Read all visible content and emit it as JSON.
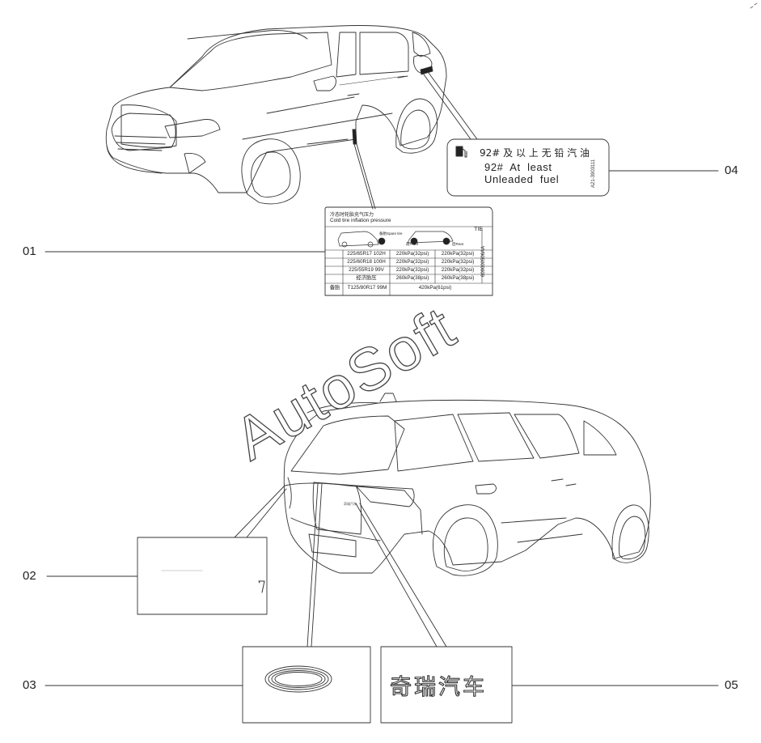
{
  "callouts": [
    "01",
    "02",
    "03",
    "04",
    "05"
  ],
  "fuel_label": {
    "cn": "92# 及 以 上 无 铅 汽 油",
    "en_line1": "92#  At  least",
    "en_line2": "Unleaded  fuel",
    "code": "A21-3903111",
    "icon": "fuel-pump-icon"
  },
  "tire_label": {
    "title_cn": "冷态时轮胎充气压力",
    "title_en": "Cold tire inflation pressure",
    "spare_caption": "备胎Spare tire",
    "front_caption": "前Front",
    "rear_caption": "后Rear",
    "brand": "TIE",
    "rows": [
      {
        "size": "225/65R17 102H",
        "front": "220kPa(32psi)",
        "rear": "220kPa(32psi)"
      },
      {
        "size": "225/60R18 100H",
        "front": "220kPa(32psi)",
        "rear": "220kPa(32psi)"
      },
      {
        "size": "225/55R19 99V",
        "front": "220kPa(32psi)",
        "rear": "220kPa(32psi)"
      },
      {
        "size": "经济胎压",
        "front": "260kPa(38psi)",
        "rear": "260kPa(38psi)"
      }
    ],
    "spare_row": {
      "key": "备胎",
      "size": "T125/80R17 99M",
      "pressure": "420kPa(61psi)"
    },
    "code": "609000506AA"
  },
  "badge_text": "奇瑞汽车",
  "badge_small_text": "奇瑞汽车",
  "watermark": "AutoSoft",
  "sticker_glyph": "7"
}
